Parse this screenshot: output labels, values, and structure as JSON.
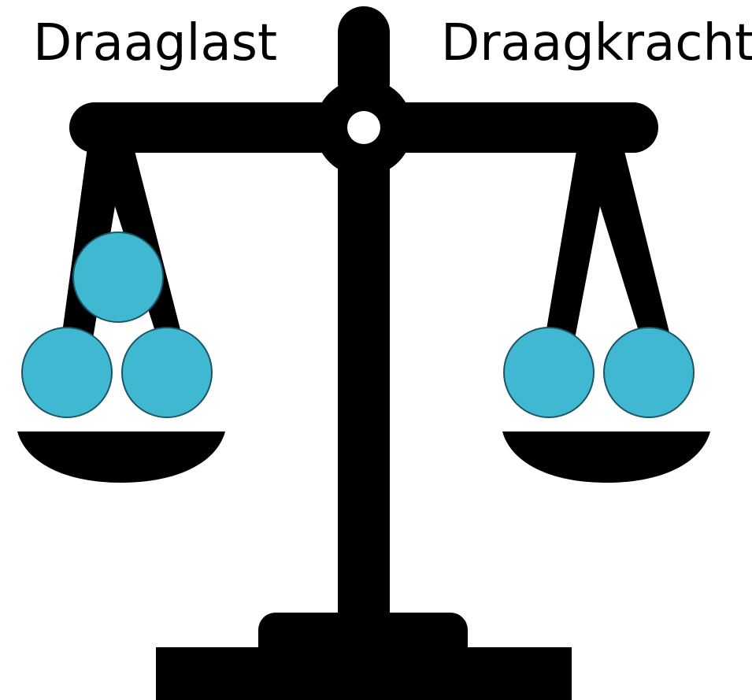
{
  "labels": {
    "left": "Draaglast",
    "right": "Draagkracht"
  },
  "left_pan": {
    "ball_count": 3
  },
  "right_pan": {
    "ball_count": 2
  },
  "colors": {
    "scale": "#000000",
    "ball_fill": "#41b8d2",
    "ball_stroke": "#1a5566",
    "background": "#ffffff"
  },
  "icons": [
    "balance-scale-icon"
  ]
}
